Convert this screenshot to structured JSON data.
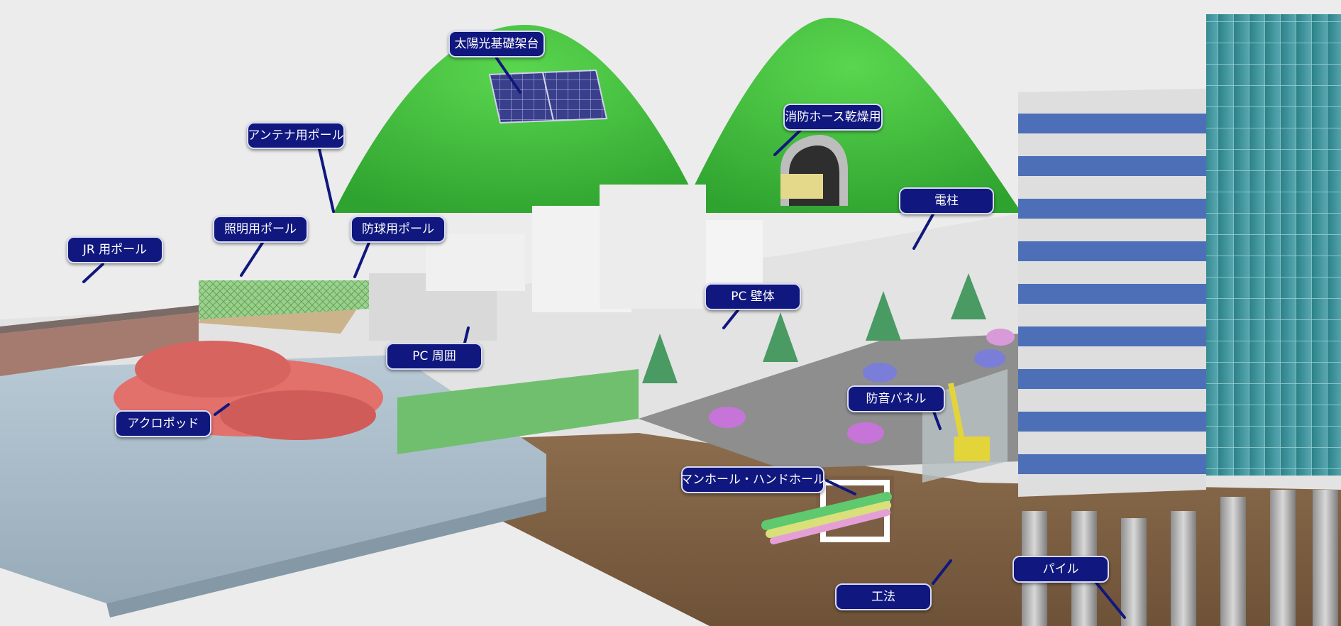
{
  "diagram": {
    "labels": {
      "solar_frame": "太陽光基礎架台",
      "fire_hose_dryer": "消防ホース乾燥用",
      "antenna_pole": "アンテナ用ポール",
      "lighting_pole": "照明用ポール",
      "ball_net_pole": "防球用ポール",
      "jr_pole": "JR 用ポール",
      "utility_pole": "電柱",
      "pc_wall": "PC 壁体",
      "pc_fence": "PC 周囲",
      "acropod": "アクロポッド",
      "noise_panel": "防音パネル",
      "manhole": "マンホール・ハンドホール",
      "construction_method": "工法",
      "pile": "パイル"
    },
    "colors": {
      "callout_fill": "#10177e",
      "callout_text": "#ffffff",
      "hill": "#3fbf3f",
      "water": "#a9bcc9",
      "acropod": "#e2706b",
      "soil": "#8a6a4a",
      "tower_stripe": "#4d6fb8",
      "glass_tower": "#2f8a8a"
    }
  }
}
